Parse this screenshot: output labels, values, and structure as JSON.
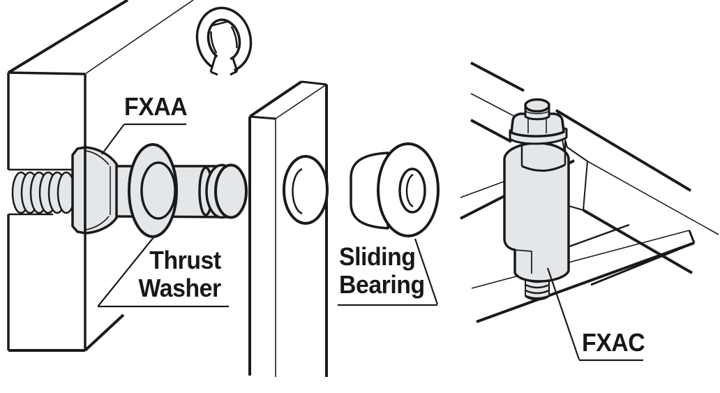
{
  "diagram": {
    "type": "technical-exploded-view",
    "labels": {
      "fxaa": "FXAA",
      "thrust_washer_line1": "Thrust",
      "thrust_washer_line2": "Washer",
      "sliding_bearing_line1": "Sliding",
      "sliding_bearing_line2": "Bearing",
      "fxac": "FXAC"
    },
    "parts_shown": [
      "retaining-ring",
      "mounting-plate",
      "threaded-pin-with-hex-nut",
      "thrust-washer",
      "pivot-plate-with-hole",
      "flanged-sliding-bearing",
      "assembled-hinge-pin-on-frame"
    ],
    "colors": {
      "line": "#1a1a1a",
      "metal_fill": "#e4e7ea",
      "background": "#ffffff",
      "text": "#17171c"
    }
  }
}
